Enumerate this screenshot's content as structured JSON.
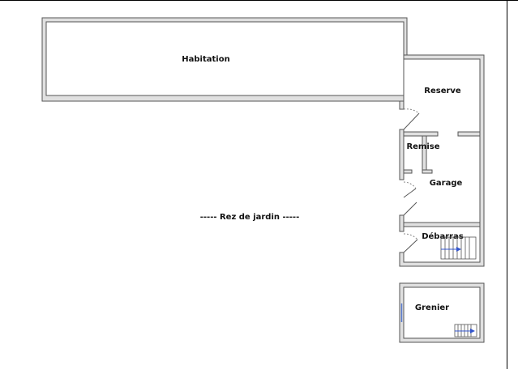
{
  "plan": {
    "labels": {
      "habitation": "Habitation",
      "reserve": "Reserve",
      "remise": "Remise",
      "garage": "Garage",
      "debarras": "Débarras",
      "rez_de_jardin": "----- Rez de jardin -----",
      "grenier": "Grenier"
    },
    "colors": {
      "wall_fill": "#e0e0e0",
      "wall_line": "#555555",
      "door_swing": "#888888",
      "stair_arrow": "#3355cc",
      "window": "#5577cc"
    },
    "icons": [
      "door-swing-icon",
      "stairs-icon",
      "window-icon"
    ]
  }
}
